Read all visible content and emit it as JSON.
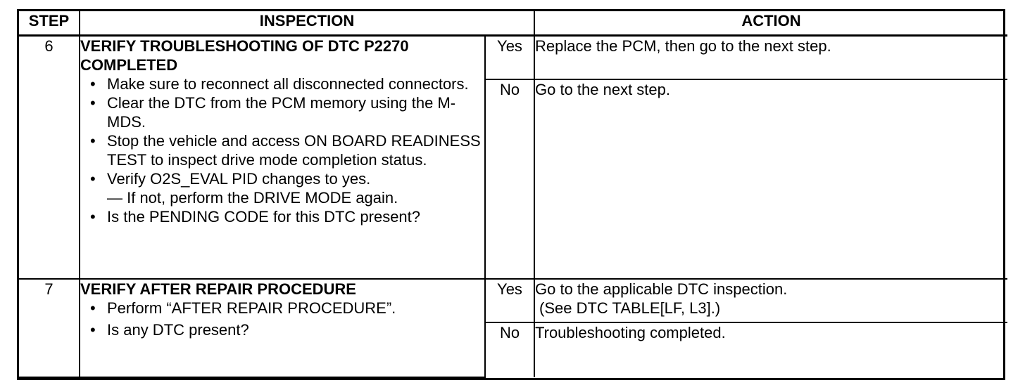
{
  "headers": {
    "step": "STEP",
    "inspection": "INSPECTION",
    "action": "ACTION"
  },
  "steps": [
    {
      "number": "6",
      "title_line1": "VERIFY TROUBLESHOOTING OF DTC P2270",
      "title_line2": "COMPLETED",
      "bullets": [
        "Make sure to reconnect all disconnected connectors.",
        "Clear the DTC from the PCM memory using the M-MDS.",
        "Stop the vehicle and access ON BOARD READINESS TEST to inspect drive mode completion status.",
        "Verify O2S_EVAL PID changes to yes.",
        "Is the PENDING CODE for this DTC present?"
      ],
      "sub_note": "— If not, perform the DRIVE MODE again.",
      "yes_label": "Yes",
      "yes_action": "Replace the PCM, then go to the next step.",
      "no_label": "No",
      "no_action": "Go to the next step."
    },
    {
      "number": "7",
      "title_line1": "VERIFY AFTER REPAIR PROCEDURE",
      "bullets": [
        "Perform “AFTER REPAIR PROCEDURE”.",
        "Is any DTC present?"
      ],
      "yes_label": "Yes",
      "yes_action_line1": "Go to the applicable DTC inspection.",
      "yes_action_line2": "(See DTC TABLE[LF, L3].)",
      "no_label": "No",
      "no_action": "Troubleshooting completed."
    }
  ]
}
